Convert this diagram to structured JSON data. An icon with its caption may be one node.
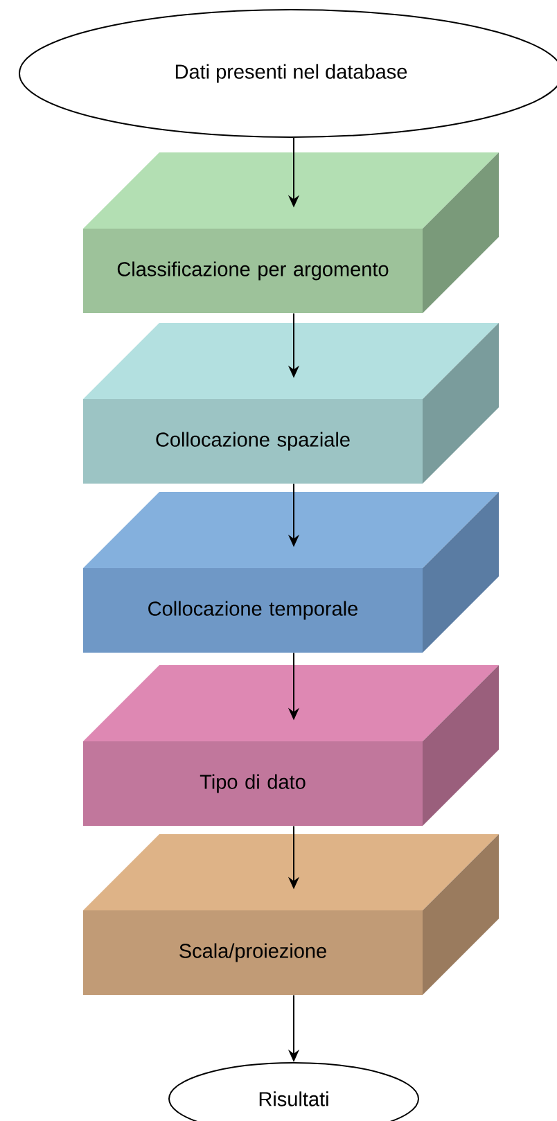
{
  "diagram": {
    "nodes": [
      {
        "text": [
          "Dati presenti nel database"
        ]
      },
      {
        "text": [
          "Classificazione per argomento"
        ]
      },
      {
        "text": [
          "Collocazione spaziale"
        ]
      },
      {
        "text": [
          "Collocazione temporale"
        ]
      },
      {
        "text": [
          "Tipo di dato"
        ]
      },
      {
        "text": [
          "Scala/proiezione"
        ]
      },
      {
        "text": [
          "Risultati"
        ]
      }
    ],
    "edges": [
      {
        "from": 0,
        "to": 1,
        "arrow": "to"
      },
      {
        "from": 1,
        "to": 2,
        "arrow": "to"
      },
      {
        "from": 2,
        "to": 3,
        "arrow": "to"
      },
      {
        "from": 3,
        "to": 4,
        "arrow": "to"
      },
      {
        "from": 4,
        "to": 5,
        "arrow": "to"
      },
      {
        "from": 5,
        "to": 6,
        "arrow": "to"
      }
    ]
  }
}
